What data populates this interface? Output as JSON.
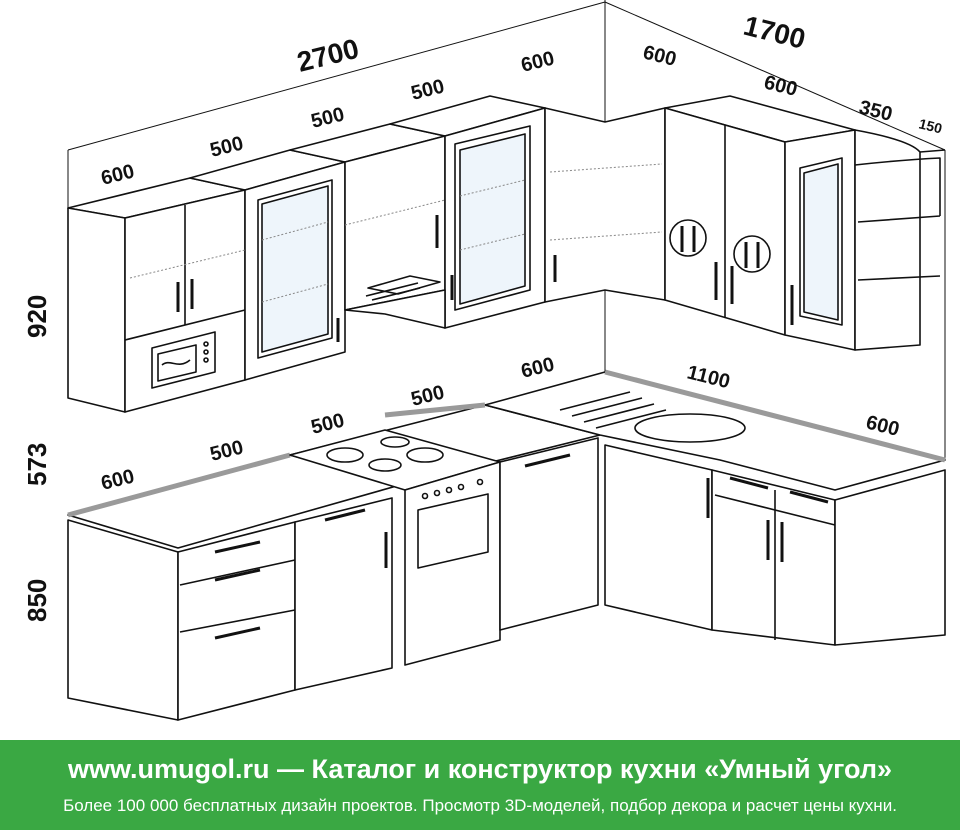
{
  "dimensions": {
    "total_left": "2700",
    "total_right": "1700",
    "upper_left": [
      "600",
      "500",
      "500",
      "500",
      "600"
    ],
    "upper_right": [
      "600",
      "600",
      "350",
      "150"
    ],
    "lower_left": [
      "600",
      "500",
      "500",
      "500",
      "600"
    ],
    "lower_right": [
      "1100",
      "600"
    ],
    "height_upper": "920",
    "height_gap": "573",
    "height_lower": "850"
  },
  "footer": {
    "site": "www.umugol.ru",
    "dash": "—",
    "catalog": "Каталог и конструктор кухни «Умный угол»",
    "tagline": "Более 100 000 бесплатных дизайн проектов. Просмотр 3D-моделей, подбор декора и расчет цены кухни."
  },
  "colors": {
    "footer_bg": "#3aa843",
    "line": "#111111",
    "countertop": "#cfcfcf"
  }
}
